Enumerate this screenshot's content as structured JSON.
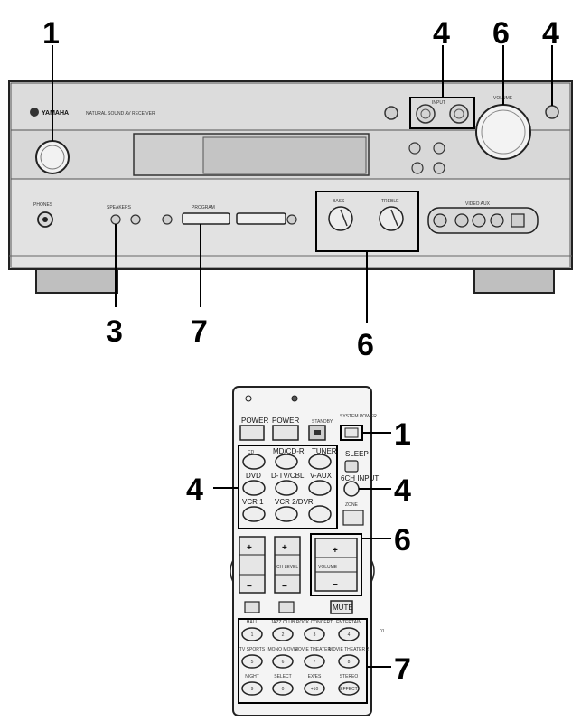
{
  "callouts": {
    "front_power": "1",
    "front_input_top": "4",
    "front_volume_top": "6",
    "front_input_right": "4",
    "front_speakers": "3",
    "front_program": "7",
    "front_tone": "6",
    "remote_power": "1",
    "remote_inputs_left": "4",
    "remote_input_right": "4",
    "remote_volume": "6",
    "remote_dsp": "7"
  },
  "receiver": {
    "brand": "YAMAHA",
    "model_text": "NATURAL SOUND  AV RECEIVER",
    "volume_label": "VOLUME",
    "input_label": "INPUT",
    "phones_label": "PHONES",
    "speakers_label": "SPEAKERS",
    "program_label": "PROGRAM",
    "bass_label": "BASS",
    "treble_label": "TREBLE",
    "video_aux_label": "VIDEO AUX"
  },
  "remote": {
    "top_row": [
      "POWER",
      "POWER",
      "STANDBY",
      "SYSTEM POWER"
    ],
    "input_buttons": [
      "MD/CD-R",
      "TUNER",
      "CD",
      "DVD",
      "D-TV/CBL",
      "V-AUX",
      "VCR 1",
      "VCR 2/DVR"
    ],
    "side_buttons": [
      "SLEEP",
      "6CH INPUT",
      "ZONE"
    ],
    "volume_plus": "+",
    "volume_label": "VOLUME",
    "volume_minus": "−",
    "left_plus": "+",
    "left_minus": "−",
    "ch_plus": "+",
    "ch_minus": "−",
    "ch_level": "CH LEVEL",
    "mute": "MUTE",
    "dsp_buttons": [
      {
        "top": "HALL",
        "key": "1"
      },
      {
        "top": "JAZZ CLUB",
        "key": "2"
      },
      {
        "top": "ROCK CONCERT",
        "key": "3"
      },
      {
        "top": "ENTERTAIN",
        "key": "4"
      },
      {
        "top": "TV SPORTS",
        "key": "5"
      },
      {
        "top": "MONO MOVIE",
        "key": "6"
      },
      {
        "top": "MOVIE THEATER 1",
        "key": "7"
      },
      {
        "top": "MOVIE THEATER 2",
        "key": "8"
      },
      {
        "top": "NIGHT",
        "key": "9"
      },
      {
        "top": "SELECT",
        "key": "0"
      },
      {
        "top": "EX/ES",
        "key": "+10"
      },
      {
        "top": "STEREO",
        "key": "EFFECT"
      }
    ],
    "side_mark": "01"
  }
}
